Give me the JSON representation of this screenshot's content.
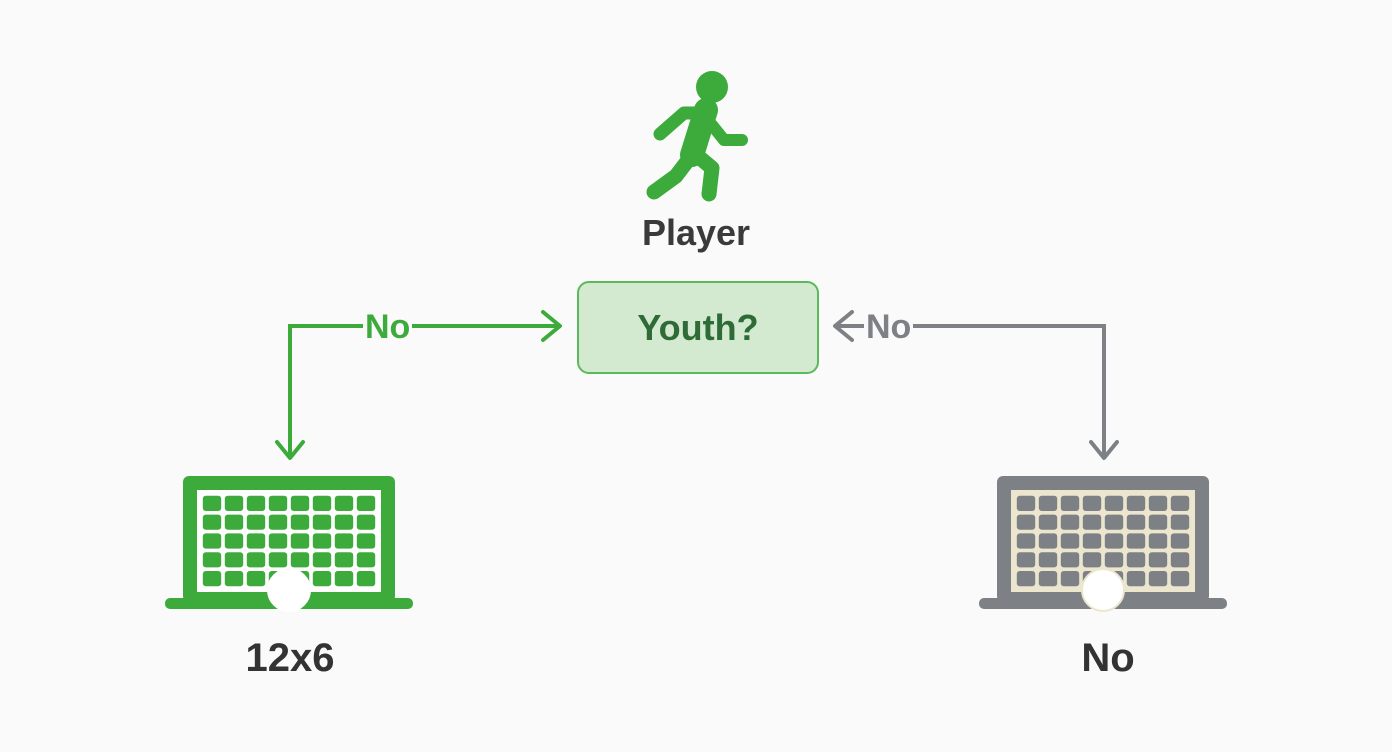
{
  "colors": {
    "green": "#3cab3c",
    "green_fill": "#d3ead1",
    "gray": "#7d8084",
    "text_dark": "#333333",
    "background": "#fafafa"
  },
  "icons": {
    "player": "running-person-icon",
    "left_goal": "soccer-goal-icon",
    "right_goal": "soccer-goal-icon"
  },
  "diagram": {
    "player_label": "Player",
    "decision": "Youth?",
    "left_edge_label": "No",
    "right_edge_label": "No",
    "left_outcome": "12x6",
    "right_outcome": "No"
  }
}
